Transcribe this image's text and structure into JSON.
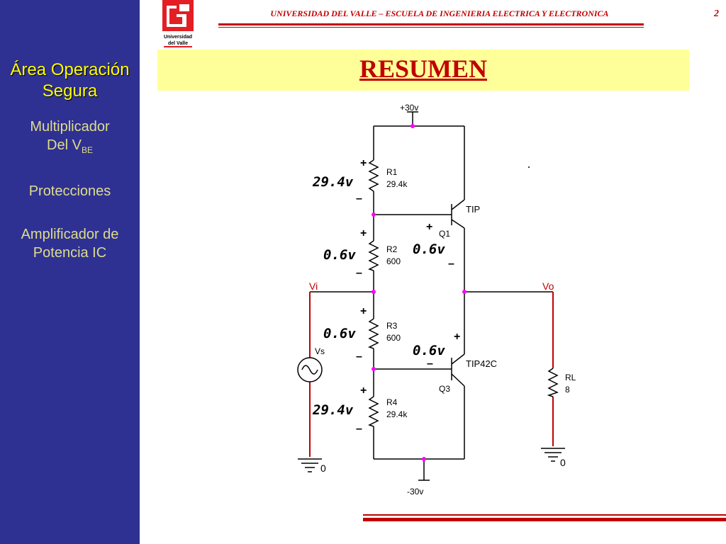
{
  "header": {
    "university_line": "UNIVERSIDAD DEL VALLE – ESCUELA DE INGENIERIA ELECTRICA Y ELECTRONICA",
    "page_number": "2",
    "logo_text_1": "Universidad",
    "logo_text_2": "del Valle"
  },
  "sidebar": {
    "title_line1": "Área Operación",
    "title_line2": "Segura",
    "items": [
      {
        "line1": "Multiplicador",
        "line2": "Del V",
        "sub": "BE"
      },
      {
        "line1": "Protecciones"
      },
      {
        "line1": "Amplificador de",
        "line2": "Potencia IC"
      }
    ]
  },
  "slide": {
    "title": "RESUMEN"
  },
  "circuit": {
    "vcc": "+30v",
    "vee": "-30v",
    "r1_name": "R1",
    "r1_value": "29.4k",
    "r1_voltage": "29.4v",
    "r2_name": "R2",
    "r2_value": "600",
    "r2_voltage": "0.6v",
    "r3_name": "R3",
    "r3_value": "600",
    "r3_voltage": "0.6v",
    "r4_name": "R4",
    "r4_value": "29.4k",
    "r4_voltage": "29.4v",
    "q1_name": "Q1",
    "q1_part": "TIP",
    "q1_vbe": "0.6v",
    "q3_name": "Q3",
    "q3_part": "TIP42C",
    "q3_vbe": "0.6v",
    "vi_label": "Vi",
    "vo_label": "Vo",
    "vs_label": "Vs",
    "rl_name": "RL",
    "rl_value": "8",
    "gnd_left": "0",
    "gnd_right": "0",
    "plus": "+",
    "minus": "–"
  }
}
